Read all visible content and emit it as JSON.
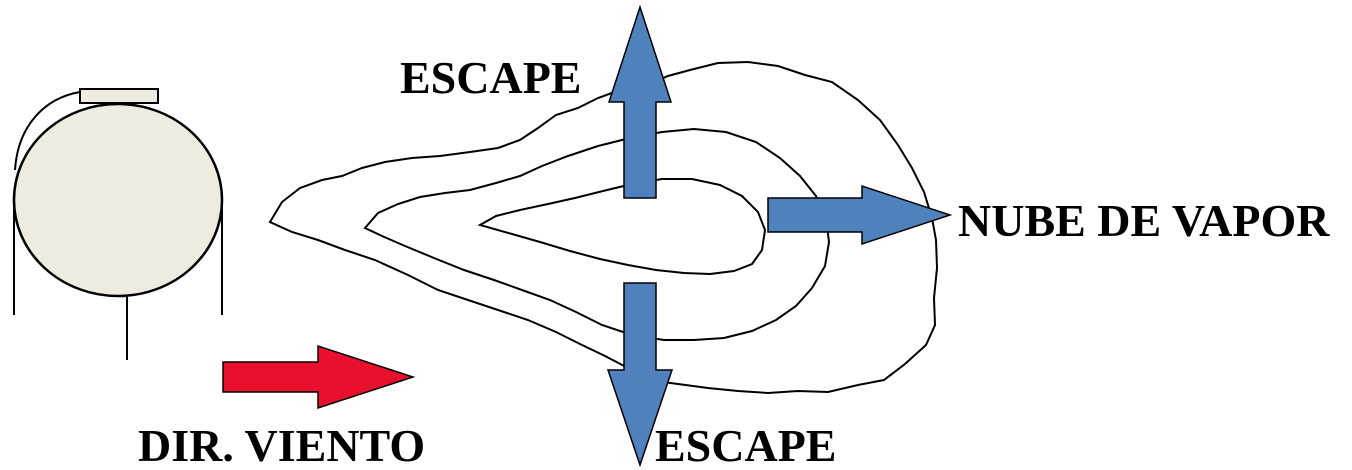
{
  "labels": {
    "escape_top": "ESCAPE",
    "escape_bottom": "ESCAPE",
    "vapor_cloud": "NUBE DE VAPOR",
    "wind_direction": "DIR. VIENTO"
  },
  "colors": {
    "escape_arrow": "#4f81bd",
    "wind_arrow": "#e8102c",
    "tank_fill": "#eeece1",
    "outline": "#000000"
  }
}
